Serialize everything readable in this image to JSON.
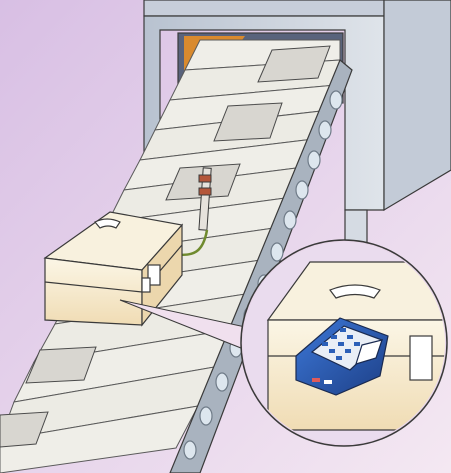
{
  "illustration": {
    "kind": "conveyor-temperature-logging",
    "colors": {
      "background_top": "#dcc0e4",
      "background_bottom": "#f2e4f1",
      "oven_body": "#cfd6e0",
      "oven_shade": "#a9b4c3",
      "oven_inner": "#55607a",
      "oven_glow": "#d98a2e",
      "belt_slat": "#efeee8",
      "belt_gap": "#b6bcc4",
      "roller": "#dde6ee",
      "roller_rim": "#7f8b98",
      "box_top": "#f7f0dc",
      "box_side": "#f4e6c4",
      "box_front": "#fbf3de",
      "plate": "#d8d6d0",
      "logger_blue": "#2b5fb8",
      "logger_screen": "#e9eef6",
      "outline": "#3a3a3a"
    },
    "icons": [
      "oven-tunnel",
      "conveyor-belt",
      "insulated-box",
      "temperature-probe",
      "data-logger"
    ]
  }
}
